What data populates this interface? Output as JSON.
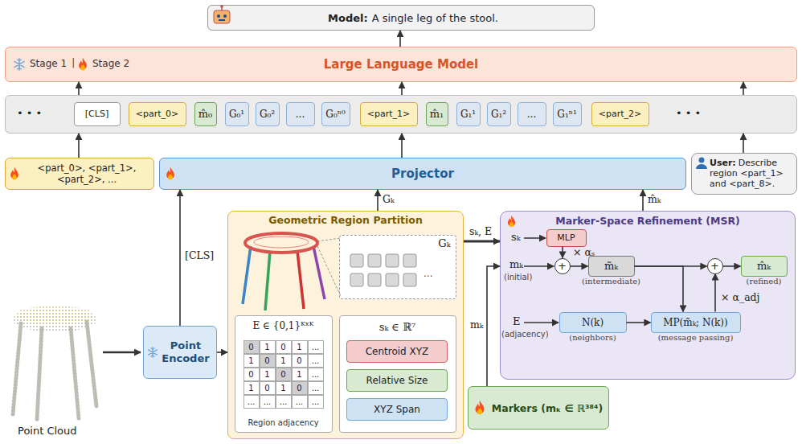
{
  "diagram": {
    "nodes": [
      {
        "text": [
          "Model:",
          "A single leg of the stool."
        ]
      },
      {
        "text": [
          "Stage 1",
          "|",
          "Stage 2",
          "Large Language Model"
        ]
      },
      {
        "text": [
          "• • •",
          "• • •"
        ]
      },
      {
        "text": [
          "[CLS]"
        ],
        "in": 2
      },
      {
        "text": [
          "<part_0>"
        ],
        "in": 2
      },
      {
        "text": [
          "m̂₀"
        ],
        "in": 2
      },
      {
        "text": [
          "G₀¹"
        ],
        "in": 2
      },
      {
        "text": [
          "G₀²"
        ],
        "in": 2
      },
      {
        "text": [
          "..."
        ],
        "in": 2
      },
      {
        "text": [
          "G₀ⁿ⁰"
        ],
        "in": 2
      },
      {
        "text": [
          "<part_1>"
        ],
        "in": 2
      },
      {
        "text": [
          "m̂₁"
        ],
        "in": 2
      },
      {
        "text": [
          "G₁¹"
        ],
        "in": 2
      },
      {
        "text": [
          "G₁²"
        ],
        "in": 2
      },
      {
        "text": [
          "..."
        ],
        "in": 2
      },
      {
        "text": [
          "G₁ⁿ¹"
        ],
        "in": 2
      },
      {
        "text": [
          "<part_2>"
        ],
        "in": 2
      },
      {
        "text": [
          "<part_0>, <part_1>, <part_2>, ..."
        ]
      },
      {
        "text": [
          "Projector"
        ]
      },
      {
        "text": [
          "User:",
          "Describe region <part_1> and <part_8>."
        ]
      },
      {
        "text": [
          "Point Encoder"
        ]
      },
      {
        "text": [
          "Geometric Region Partition"
        ]
      },
      {
        "text": [
          "Gₖ"
        ],
        "in": 21
      },
      {
        "text": [
          "E ∈ {0,1}ᴷˣᴷ",
          "Region adjacency"
        ],
        "in": 21
      },
      {
        "text": [
          "sₖ ∈ ℝ⁷"
        ],
        "in": 21
      },
      {
        "text": [
          "Centroid XYZ"
        ],
        "in": 24
      },
      {
        "text": [
          "Relative Size"
        ],
        "in": 24
      },
      {
        "text": [
          "XYZ Span"
        ],
        "in": 24
      },
      {
        "text": [
          "Marker-Space Refinement (MSR)"
        ]
      },
      {
        "text": [
          "MLP"
        ],
        "in": 28
      },
      {
        "text": [
          "m̃ₖ",
          "(intermediate)"
        ],
        "in": 28
      },
      {
        "text": [
          "m̂ₖ",
          "(refined)"
        ],
        "in": 28
      },
      {
        "text": [
          "N(k)",
          "(neighbors)"
        ],
        "in": 28
      },
      {
        "text": [
          "MP(m̃ₖ; N(k))",
          "(message passing)"
        ],
        "in": 28
      },
      {
        "text": [
          "Markers (mₖ ∈ ℝ³⁸⁴)"
        ]
      },
      {
        "text": [
          "+"
        ],
        "in": 28
      },
      {
        "text": [
          "+"
        ],
        "in": 28
      }
    ],
    "edges": [
      {
        "from": 2,
        "to": 1,
        "arrow": "to"
      },
      {
        "from": 2,
        "to": 1,
        "arrow": "to"
      },
      {
        "from": 2,
        "to": 1,
        "arrow": "to"
      },
      {
        "from": 1,
        "to": 0,
        "arrow": "to"
      },
      {
        "from": 17,
        "to": 2,
        "arrow": "to"
      },
      {
        "from": 18,
        "to": 2,
        "arrow": "to"
      },
      {
        "from": 19,
        "to": 2,
        "arrow": "to"
      },
      {
        "from": 20,
        "to": 18,
        "label": "[CLS]",
        "arrow": "to"
      },
      {
        "from": 20,
        "to": 21,
        "arrow": "to"
      },
      {
        "from": 21,
        "to": 18,
        "label": "Gₖ",
        "arrow": "to"
      },
      {
        "from": 28,
        "to": 18,
        "label": "m̂ₖ",
        "arrow": "to"
      },
      {
        "from": 21,
        "to": 28,
        "label": "sₖ, E",
        "arrow": "to"
      },
      {
        "from": 34,
        "to": 28,
        "label": "mₖ",
        "arrow": "to"
      },
      {
        "from": 29,
        "to": 35,
        "label": "× αₛ",
        "arrow": "to"
      },
      {
        "from": 35,
        "to": 30,
        "arrow": "to"
      },
      {
        "from": 30,
        "to": 36,
        "arrow": "to"
      },
      {
        "from": 36,
        "to": 31,
        "arrow": "to"
      },
      {
        "from": 32,
        "to": 33,
        "arrow": "to"
      },
      {
        "from": 30,
        "to": 33,
        "arrow": "to"
      },
      {
        "from": 33,
        "to": 36,
        "label": "× α_adj",
        "arrow": "to"
      }
    ],
    "labels": [
      "Point Cloud",
      "...",
      "0",
      "1",
      "0",
      "1",
      "...",
      "1",
      "0",
      "1",
      "0",
      "...",
      "0",
      "1",
      "0",
      "1",
      "...",
      "1",
      "0",
      "1",
      "0",
      "...",
      "...",
      "...",
      "...",
      "...",
      "...",
      "sₖ",
      "mₖ",
      "(initial)",
      "E",
      "(adjacency)"
    ]
  }
}
